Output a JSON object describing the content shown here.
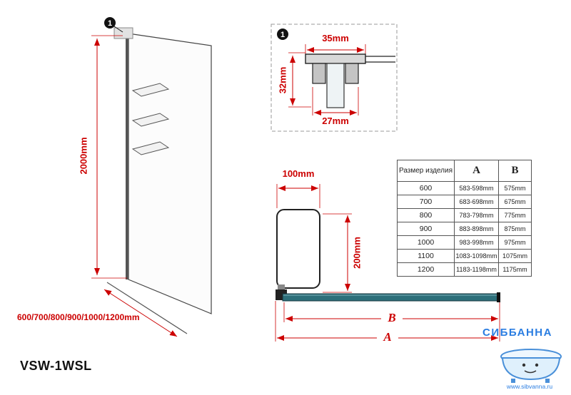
{
  "drawing": {
    "marker_1": "1",
    "height_dim": "2000mm",
    "width_options": "600/700/800/900/1000/1200mm",
    "model": "VSW-1WSL"
  },
  "detail": {
    "marker": "1",
    "dim_top": "35mm",
    "dim_side": "32mm",
    "dim_bottom": "27mm"
  },
  "profile": {
    "dim_width": "100mm",
    "dim_height": "200mm",
    "dim_a": "A",
    "dim_b": "B"
  },
  "table": {
    "header_size": "Размер изделия",
    "header_a": "A",
    "header_b": "B",
    "rows": [
      {
        "size": "600",
        "a": "583-598mm",
        "b": "575mm"
      },
      {
        "size": "700",
        "a": "683-698mm",
        "b": "675mm"
      },
      {
        "size": "800",
        "a": "783-798mm",
        "b": "775mm"
      },
      {
        "size": "900",
        "a": "883-898mm",
        "b": "875mm"
      },
      {
        "size": "1000",
        "a": "983-998mm",
        "b": "975mm"
      },
      {
        "size": "1100",
        "a": "1083-1098mm",
        "b": "1075mm"
      },
      {
        "size": "1200",
        "a": "1183-1198mm",
        "b": "1175mm"
      }
    ]
  },
  "logo": {
    "brand": "СИББАННА",
    "site": "www.sibvanna.ru"
  },
  "colors": {
    "dimension_red": "#cc0000",
    "bar_teal": "#2d6f7a",
    "logo_blue": "#2a7de1"
  }
}
